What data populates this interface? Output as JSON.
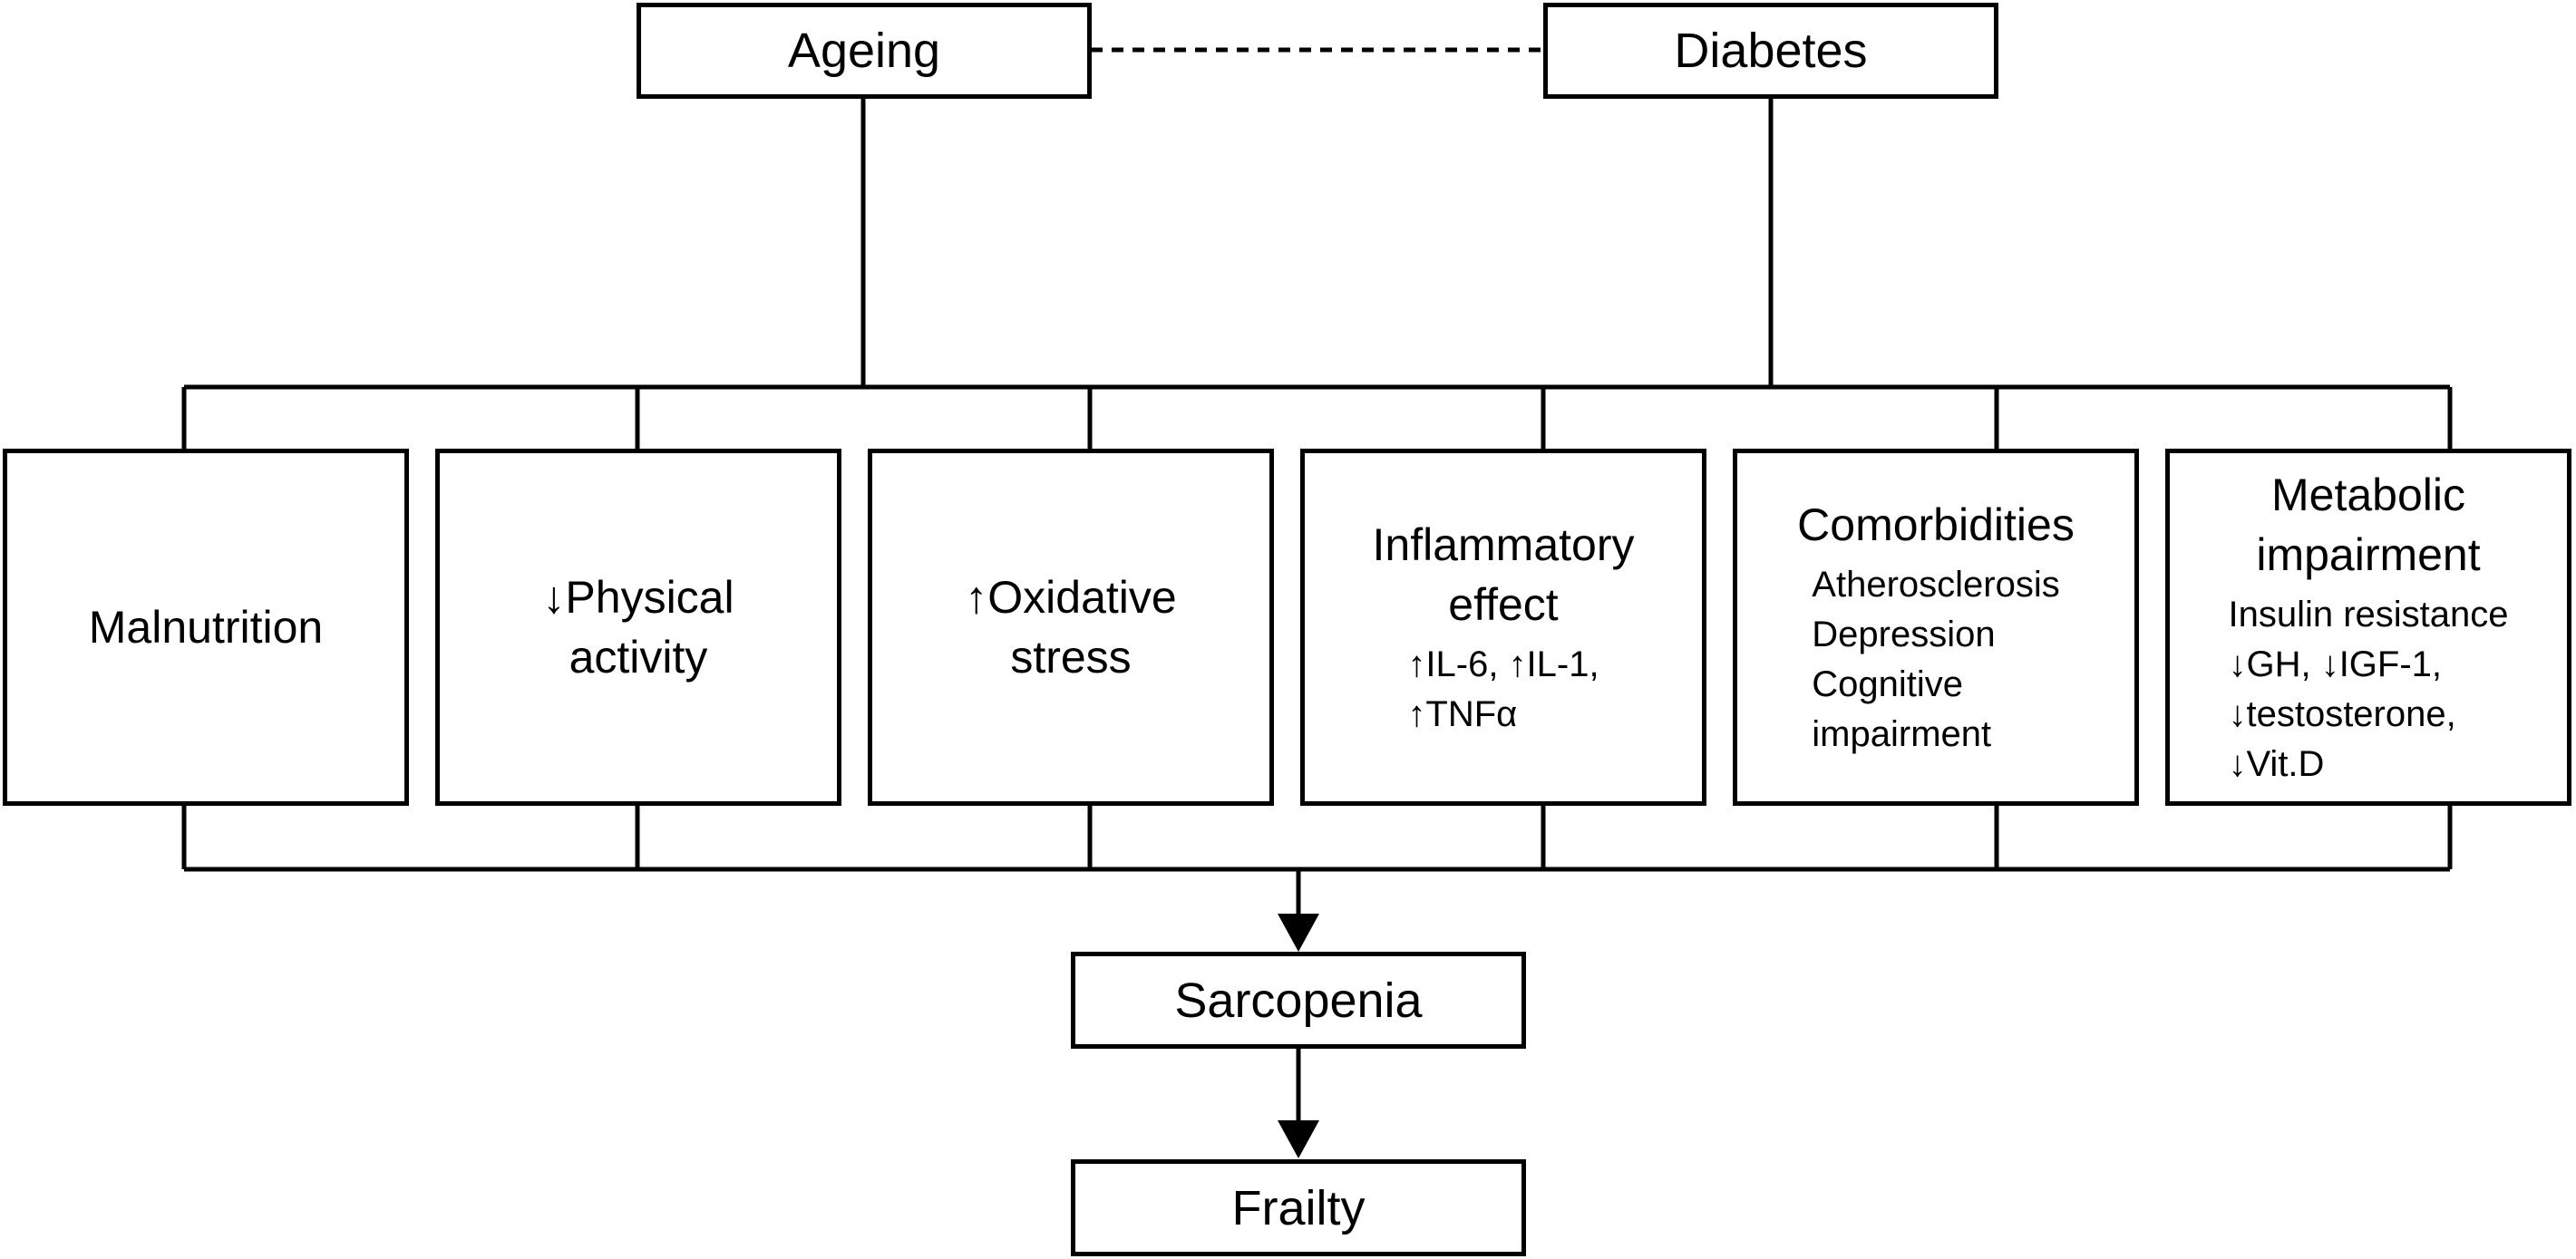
{
  "top": {
    "ageing": "Ageing",
    "diabetes": "Diabetes"
  },
  "factors": [
    {
      "title": [
        "Malnutrition"
      ],
      "details": []
    },
    {
      "title": [
        "↓Physical",
        "activity"
      ],
      "details": []
    },
    {
      "title": [
        "↑Oxidative",
        "stress"
      ],
      "details": []
    },
    {
      "title": [
        "Inflammatory",
        "effect"
      ],
      "details": [
        "↑IL-6, ↑IL-1,",
        "↑TNFα"
      ]
    },
    {
      "title": [
        "Comorbidities"
      ],
      "details": [
        "Atherosclerosis",
        "Depression",
        "Cognitive",
        "impairment"
      ]
    },
    {
      "title": [
        "Metabolic",
        "impairment"
      ],
      "details": [
        "Insulin resistance",
        "↓GH, ↓IGF-1,",
        "↓testosterone,",
        "↓Vit.D"
      ]
    }
  ],
  "outcomes": {
    "sarcopenia": "Sarcopenia",
    "frailty": "Frailty"
  }
}
